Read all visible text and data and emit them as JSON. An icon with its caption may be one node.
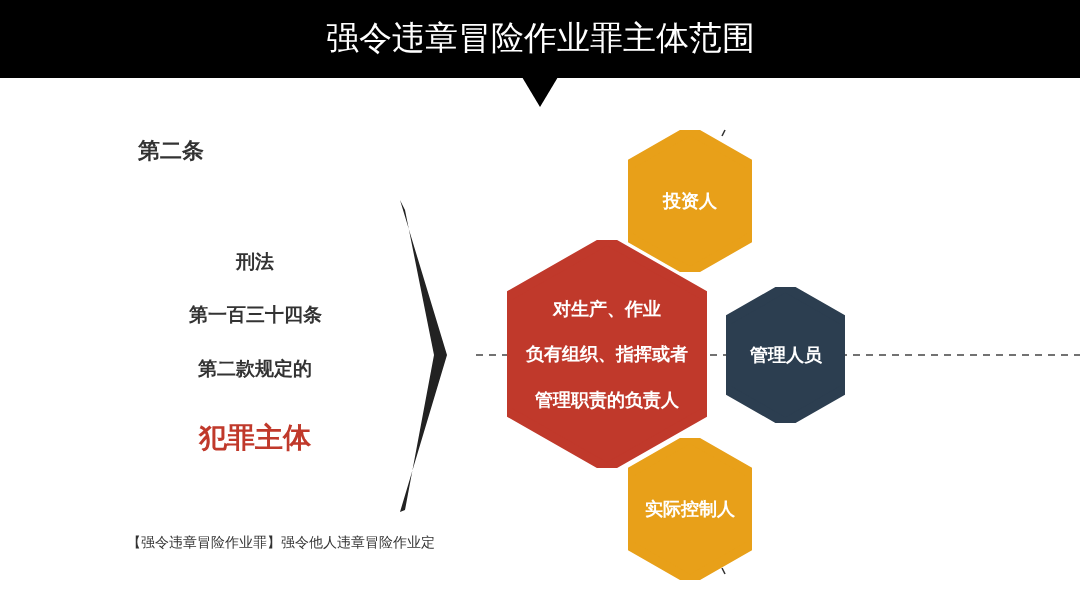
{
  "diagram": {
    "title": "强令违章冒险作业罪主体范围",
    "nodes": [
      {
        "text": [
          "投资人"
        ]
      },
      {
        "text": [
          "对生产、作业",
          "负有组织、指挥或者",
          "管理职责的负责人"
        ]
      },
      {
        "text": [
          "管理人员"
        ]
      },
      {
        "text": [
          "实际控制人"
        ]
      },
      {
        "text": [],
        "shape": "chevron"
      }
    ],
    "labels": [
      "第二条",
      "刑法",
      "第一百三十四条",
      "第二款规定的",
      "犯罪主体",
      "【强令违章冒险作业罪】强令他人违章冒险作业定"
    ]
  }
}
